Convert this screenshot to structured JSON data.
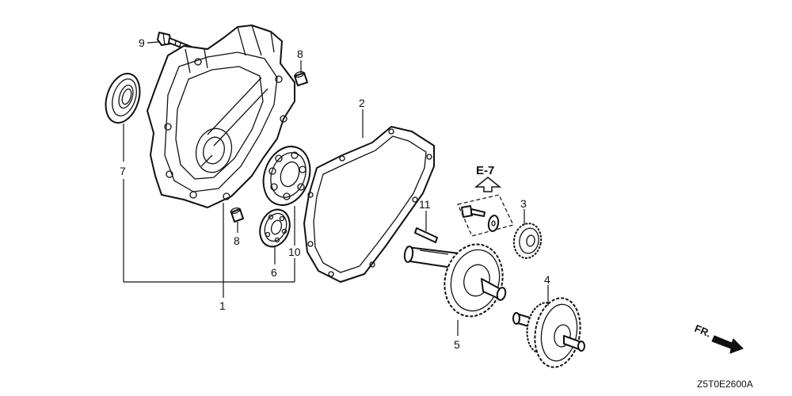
{
  "diagram": {
    "drawing_code": "Z5T0E2600A",
    "reference": "E-7",
    "front_label": "FR.",
    "callouts": {
      "p1": "1",
      "p2": "2",
      "p3": "3",
      "p4": "4",
      "p5": "5",
      "p6": "6",
      "p7": "7",
      "p8a": "8",
      "p8b": "8",
      "p9": "9",
      "p10": "10",
      "p11": "11"
    }
  }
}
